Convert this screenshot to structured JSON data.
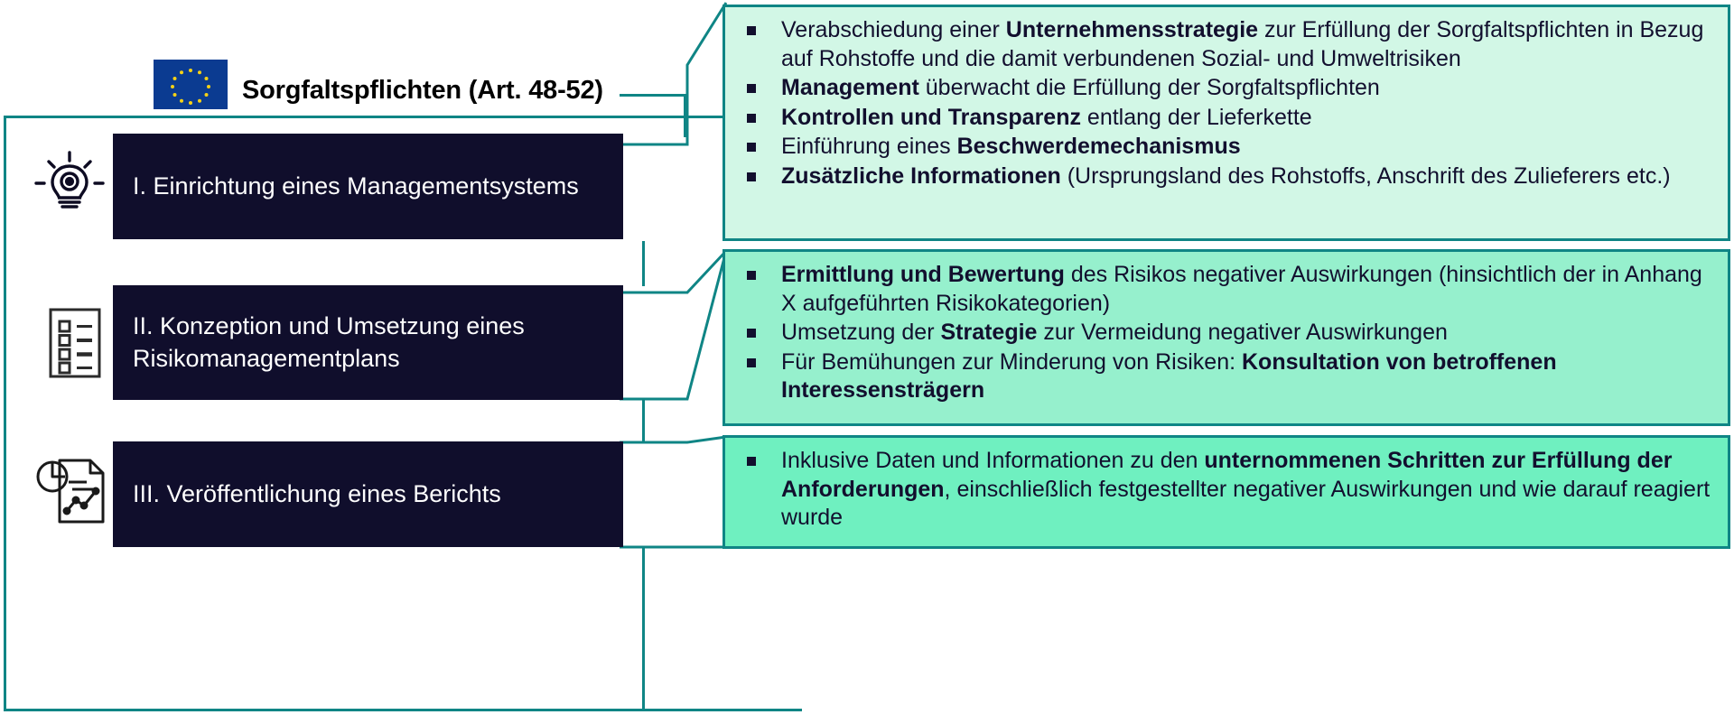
{
  "header": {
    "flag_name": "eu-flag",
    "title": "Sorgfaltspflichten (Art. 48-52)"
  },
  "colors": {
    "dark_box": "#100e2c",
    "teal_line": "#0f8585",
    "callout_1_bg": "#d2f7e6",
    "callout_2_bg": "#96f0cd",
    "callout_3_bg": "#6ff0c0",
    "flag_blue": "#0b3b91",
    "flag_star": "#f5d117",
    "text_dark": "#120f2e",
    "text_light": "#ffffff"
  },
  "stages": [
    {
      "id": "stage-1",
      "label": "I. Einrichtung eines Managementsystems",
      "icon": "lightbulb-gear-icon"
    },
    {
      "id": "stage-2",
      "label": "II. Konzeption und Umsetzung eines Risikomanagementplans",
      "icon": "checklist-document-icon"
    },
    {
      "id": "stage-3",
      "label": "III. Veröffentlichung eines Berichts",
      "icon": "report-chart-document-icon"
    }
  ],
  "callouts": [
    {
      "id": "callout-1",
      "bullets": [
        [
          {
            "t": "Verabschiedung einer ",
            "b": false
          },
          {
            "t": "Unternehmensstrategie",
            "b": true
          },
          {
            "t": " zur Erfüllung der  Sorgfaltspflichten in Bezug auf Rohstoffe und die damit verbundenen Sozial- und Umweltrisiken",
            "b": false
          }
        ],
        [
          {
            "t": "Management",
            "b": true
          },
          {
            "t": " überwacht die Erfüllung der Sorgfaltspflichten",
            "b": false
          }
        ],
        [
          {
            "t": "Kontrollen und Transparenz",
            "b": true
          },
          {
            "t": " entlang der Lieferkette",
            "b": false
          }
        ],
        [
          {
            "t": "Einführung eines ",
            "b": false
          },
          {
            "t": "Beschwerdemechanismus",
            "b": true
          }
        ],
        [
          {
            "t": "Zusätzliche Informationen",
            "b": true
          },
          {
            "t": " (Ursprungsland des Rohstoffs, Anschrift des Zulieferers etc.)",
            "b": false
          }
        ]
      ]
    },
    {
      "id": "callout-2",
      "bullets": [
        [
          {
            "t": "Ermittlung und Bewertung",
            "b": true
          },
          {
            "t": " des Risikos negativer Auswirkungen (hinsichtlich der in Anhang X aufgeführten Risikokategorien)",
            "b": false
          }
        ],
        [
          {
            "t": "Umsetzung der ",
            "b": false
          },
          {
            "t": "Strategie",
            "b": true
          },
          {
            "t": " zur Vermeidung negativer Auswirkungen",
            "b": false
          }
        ],
        [
          {
            "t": "Für Bemühungen zur Minderung von Risiken: ",
            "b": false
          },
          {
            "t": "Konsultation von betroffenen Interessensträgern",
            "b": true
          }
        ]
      ]
    },
    {
      "id": "callout-3",
      "bullets": [
        [
          {
            "t": "Inklusive Daten und Informationen zu den ",
            "b": false
          },
          {
            "t": "unternommenen Schritten zur Erfüllung der Anforderungen",
            "b": true
          },
          {
            "t": ", einschließlich festgestellter negativer Auswirkungen  und wie darauf reagiert wurde",
            "b": false
          }
        ]
      ]
    }
  ]
}
